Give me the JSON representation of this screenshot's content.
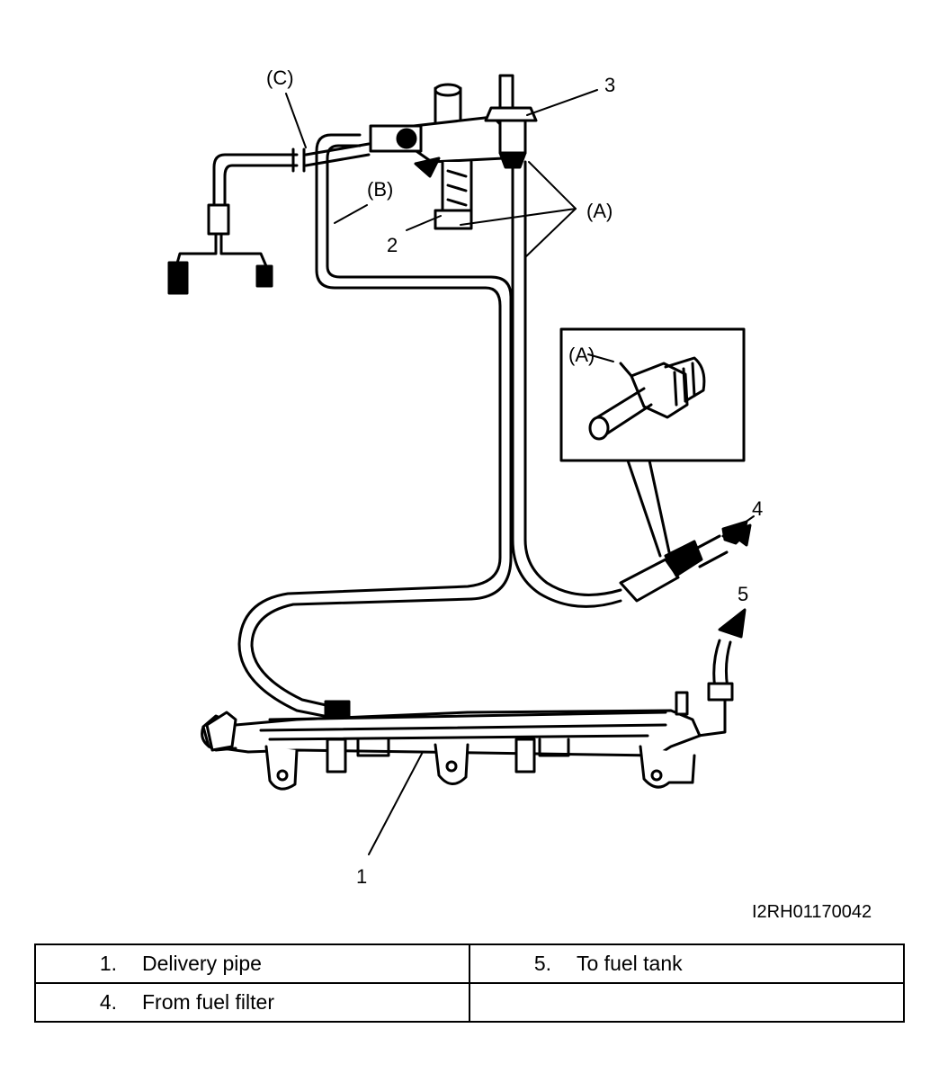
{
  "labels": {
    "c_top": "(C)",
    "b_label": "(B)",
    "a_top": "(A)",
    "a_inset": "(A)",
    "n1": "1",
    "n2": "2",
    "n3": "3",
    "n4": "4",
    "n5": "5"
  },
  "figure_id": "I2RH01170042",
  "legend": {
    "rows": [
      [
        {
          "num": "1.",
          "text": "Delivery pipe"
        },
        {
          "num": "5.",
          "text": "To fuel tank"
        }
      ],
      [
        {
          "num": "4.",
          "text": "From fuel filter"
        },
        {
          "num": "",
          "text": ""
        }
      ]
    ]
  }
}
